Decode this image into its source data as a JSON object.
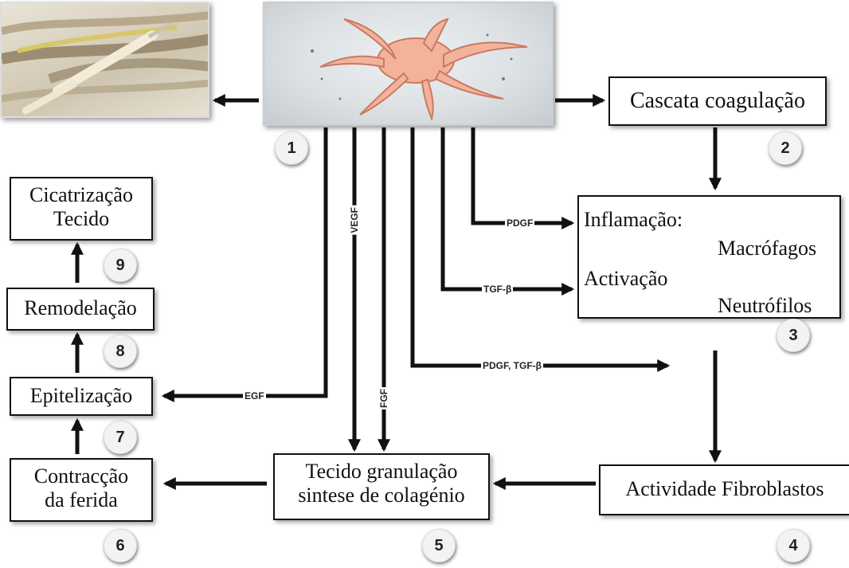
{
  "images": {
    "wound_illustration": "wound-cut-icon",
    "platelet_illustration": "platelet-icon"
  },
  "stages": {
    "s1": {
      "number": "1"
    },
    "s2": {
      "number": "2",
      "label": "Cascata coagulação"
    },
    "s3": {
      "number": "3",
      "title": "Inflamação:",
      "activation": "Activação",
      "branch_top": "Macrófagos",
      "branch_bottom": "Neutrófilos"
    },
    "s4": {
      "number": "4",
      "label": "Actividade Fibroblastos"
    },
    "s5": {
      "number": "5",
      "line1": "Tecido granulação",
      "line2": "sintese de colagénio"
    },
    "s6": {
      "number": "6",
      "line1": "Contracção",
      "line2": "da ferida"
    },
    "s7": {
      "number": "7",
      "label": "Epitelização"
    },
    "s8": {
      "number": "8",
      "label": "Remodelação"
    },
    "s9": {
      "number": "9",
      "line1": "Cicatrização",
      "line2": "Tecido"
    }
  },
  "factors": {
    "egf": "EGF",
    "vegf": "VEGF",
    "fgf": "FGF",
    "pdgf_tgf": "PDGF, TGF-β",
    "tgf": "TGF-β",
    "pdgf": "PDGF"
  }
}
